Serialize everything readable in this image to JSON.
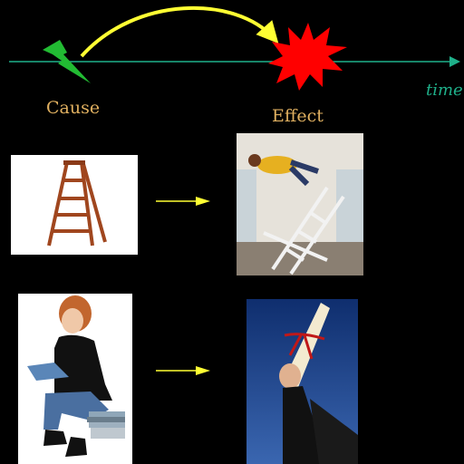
{
  "timeline": {
    "cause_label": "Cause",
    "effect_label": "Effect",
    "time_label": "time"
  },
  "colors": {
    "background": "#000000",
    "timeline": "#1fb08a",
    "curve_arrow": "#ffff33",
    "label": "#e0b060",
    "lightning": "#22bb33",
    "burst": "#ff0000",
    "small_arrow": "#ffff33"
  },
  "icons": {
    "cause_marker": "lightning-icon",
    "effect_marker": "explosion-icon"
  },
  "rows": [
    {
      "cause_image": "ladder-photo",
      "effect_image": "person-falling-off-ladder-photo"
    },
    {
      "cause_image": "woman-studying-photo",
      "effect_image": "diploma-photo"
    }
  ]
}
